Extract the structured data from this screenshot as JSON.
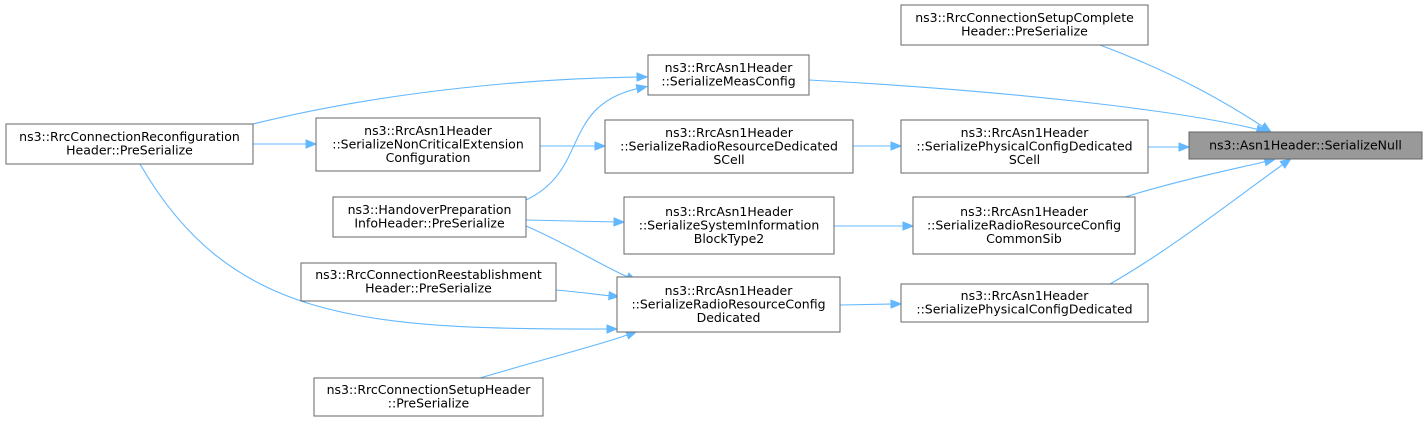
{
  "graph": {
    "root_id": "root",
    "nodes": [
      {
        "id": "root",
        "lines": [
          "ns3::Asn1Header::SerializeNull"
        ]
      },
      {
        "id": "setup_complete",
        "lines": [
          "ns3::RrcConnectionSetupComplete",
          "Header::PreSerialize"
        ]
      },
      {
        "id": "meas_config",
        "lines": [
          "ns3::RrcAsn1Header",
          "::SerializeMeasConfig"
        ]
      },
      {
        "id": "phys_scell",
        "lines": [
          "ns3::RrcAsn1Header",
          "::SerializePhysicalConfigDedicated",
          "SCell"
        ]
      },
      {
        "id": "rrd_scell",
        "lines": [
          "ns3::RrcAsn1Header",
          "::SerializeRadioResourceDedicated",
          "SCell"
        ]
      },
      {
        "id": "noncritical",
        "lines": [
          "ns3::RrcAsn1Header",
          "::SerializeNonCriticalExtension",
          "Configuration"
        ]
      },
      {
        "id": "reconfig",
        "lines": [
          "ns3::RrcConnectionReconfiguration",
          "Header::PreSerialize"
        ]
      },
      {
        "id": "rrc_common_sib",
        "lines": [
          "ns3::RrcAsn1Header",
          "::SerializeRadioResourceConfig",
          "CommonSib"
        ]
      },
      {
        "id": "sib2",
        "lines": [
          "ns3::RrcAsn1Header",
          "::SerializeSystemInformation",
          "BlockType2"
        ]
      },
      {
        "id": "handover",
        "lines": [
          "ns3::HandoverPreparation",
          "InfoHeader::PreSerialize"
        ]
      },
      {
        "id": "phys_ded",
        "lines": [
          "ns3::RrcAsn1Header",
          "::SerializePhysicalConfigDedicated"
        ]
      },
      {
        "id": "rrc_ded",
        "lines": [
          "ns3::RrcAsn1Header",
          "::SerializeRadioResourceConfig",
          "Dedicated"
        ]
      },
      {
        "id": "reestablish",
        "lines": [
          "ns3::RrcConnectionReestablishment",
          "Header::PreSerialize"
        ]
      },
      {
        "id": "setup_header",
        "lines": [
          "ns3::RrcConnectionSetupHeader",
          "::PreSerialize"
        ]
      }
    ],
    "edges": [
      {
        "from": "setup_complete",
        "to": "root"
      },
      {
        "from": "meas_config",
        "to": "root"
      },
      {
        "from": "phys_scell",
        "to": "root"
      },
      {
        "from": "rrc_common_sib",
        "to": "root"
      },
      {
        "from": "phys_ded",
        "to": "root"
      },
      {
        "from": "reconfig",
        "to": "meas_config"
      },
      {
        "from": "handover",
        "to": "meas_config"
      },
      {
        "from": "rrd_scell",
        "to": "phys_scell"
      },
      {
        "from": "noncritical",
        "to": "rrd_scell"
      },
      {
        "from": "reconfig",
        "to": "noncritical"
      },
      {
        "from": "sib2",
        "to": "rrc_common_sib"
      },
      {
        "from": "handover",
        "to": "sib2"
      },
      {
        "from": "rrc_ded",
        "to": "phys_ded"
      },
      {
        "from": "handover",
        "to": "rrc_ded"
      },
      {
        "from": "reestablish",
        "to": "rrc_ded"
      },
      {
        "from": "reconfig",
        "to": "rrc_ded"
      },
      {
        "from": "setup_header",
        "to": "rrc_ded"
      }
    ],
    "colors": {
      "edge": "#63b8ff",
      "node_border": "#666666",
      "node_fill": "#ffffff",
      "root_fill": "#999999",
      "text": "#000000"
    }
  }
}
